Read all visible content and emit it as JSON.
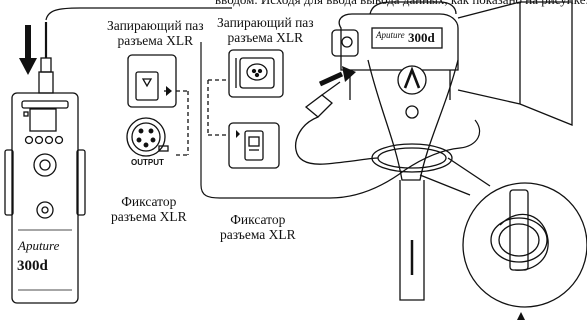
{
  "top_text": "вводом. Исходя для ввода вывода данных, как показано на рисунке.",
  "labels": {
    "slot_left_l1": "Запирающий паз",
    "slot_left_l2": "разъема XLR",
    "slot_right_l1": "Запирающий паз",
    "slot_right_l2": "разъема XLR",
    "lock_left_l1": "Фиксатор",
    "lock_left_l2": "разъема XLR",
    "lock_right_l1": "Фиксатор",
    "lock_right_l2": "разъема XLR",
    "output": "OUTPUT",
    "brand_box": "Aputure",
    "model_box": "300d",
    "brand_head": "Aputure",
    "model_head": "300d"
  }
}
